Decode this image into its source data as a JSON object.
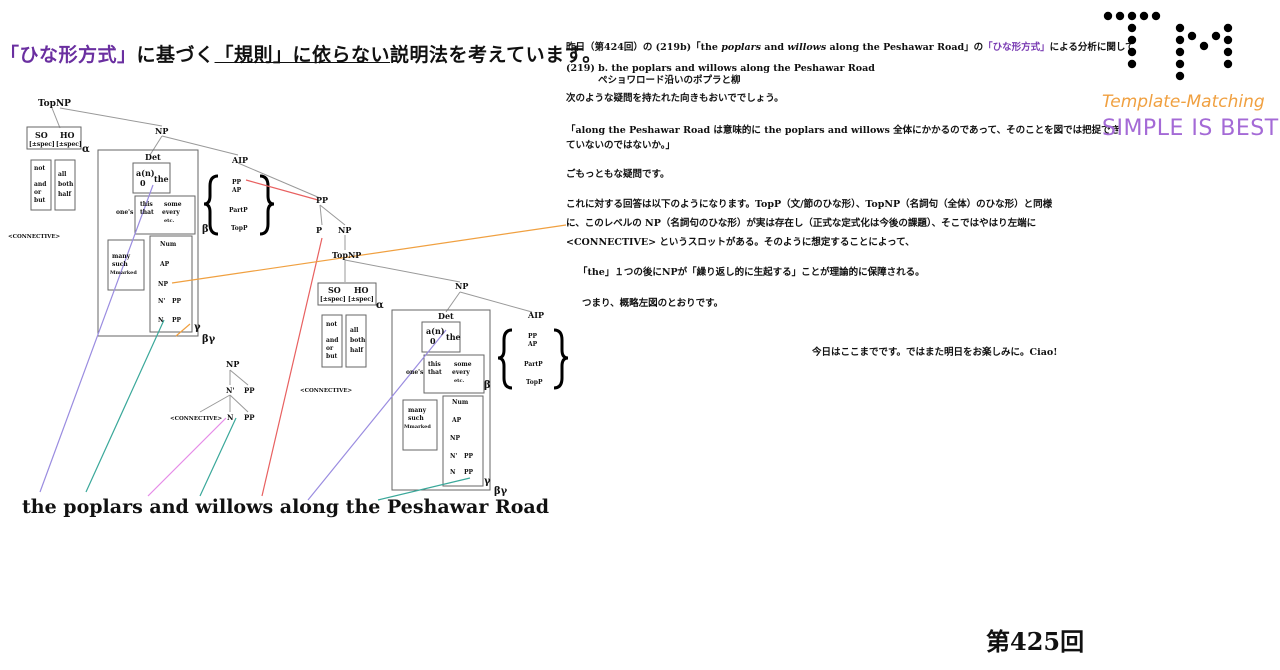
{
  "header": {
    "part1": "「ひな形方式」",
    "part2": "に基づく",
    "part3": "「規則」に依らない",
    "part4": "説明法を考えています。"
  },
  "right_text": {
    "line1_a": "昨日（第424回）の (219b)「the ",
    "line1_b": "poplars",
    "line1_c": " and ",
    "line1_d": "willows",
    "line1_e": " along the Peshawar Road」の",
    "line1_f": "「ひな形方式」",
    "line1_g": "による分析に関して",
    "line2": "(219) b. the poplars and willows along the Peshawar Road",
    "line3": "ペショワロード沿いのポプラと柳",
    "line4": "次のような疑問を持たれた向きもおいででしょう。",
    "line5": "「along the Peshawar Road は意味的に the poplars and willows 全体にかかるのであって、そのことを図では把捉でき",
    "line6": "ていないのではないか。」",
    "line7": "ごもっともな疑問です。",
    "line8": "これに対する回答は以下のようになります。TopP（文/節のひな形）、TopNP（名詞句（全体）のひな形）と同様",
    "line9": "に、このレベルの NP（名詞句のひな形）が実は存在し（正式な定式化は今後の課題）、そこではやはり左端に",
    "line10": "<CONNECTIVE> というスロットがある。そのように想定することによって、",
    "line11": "「the」１つの後にNPが「繰り返し的に生起する」ことが理論的に保障される。",
    "line12": "つまり、概略左図のとおりです。",
    "line13": "今日はここまでです。ではまた明日をお楽しみに。Ciao!"
  },
  "sentence": "the poplars and willows along the Peshawar Road",
  "episode": "第425回",
  "logo": {
    "word1": "Template-Matching",
    "word2": "SIMPLE IS BEST"
  },
  "tree": {
    "topnp": "TopNP",
    "np": "NP",
    "so": "SO",
    "ho": "HO",
    "spec": "[±spec]",
    "alpha": "α",
    "beta": "β",
    "gamma": "γ",
    "betagamma": "βγ",
    "det": "Det",
    "aoan": "a(n)",
    "zero": "0",
    "the": "the",
    "this": "this",
    "that": "that",
    "ones": "one's",
    "some": "some",
    "every": "every",
    "etc": "etc.",
    "many": "many",
    "such": "such",
    "mmarked": "Mmarked",
    "num": "Num",
    "ap": "AP",
    "nbar": "N'",
    "n": "N",
    "pp": "PP",
    "p": "P",
    "aip": "AIP",
    "partp": "PartP",
    "topp": "TopP",
    "not": "not",
    "and": "and",
    "or": "or",
    "but": "but",
    "all": "all",
    "both": "both",
    "half": "half",
    "connective": "<CONNECTIVE>"
  },
  "colors": {
    "purple": "#7a3cb3",
    "orange": "#f0a040",
    "teal": "#3aa89a",
    "red": "#e86060",
    "lavender": "#9a8ce0",
    "pink": "#e58ae8"
  }
}
